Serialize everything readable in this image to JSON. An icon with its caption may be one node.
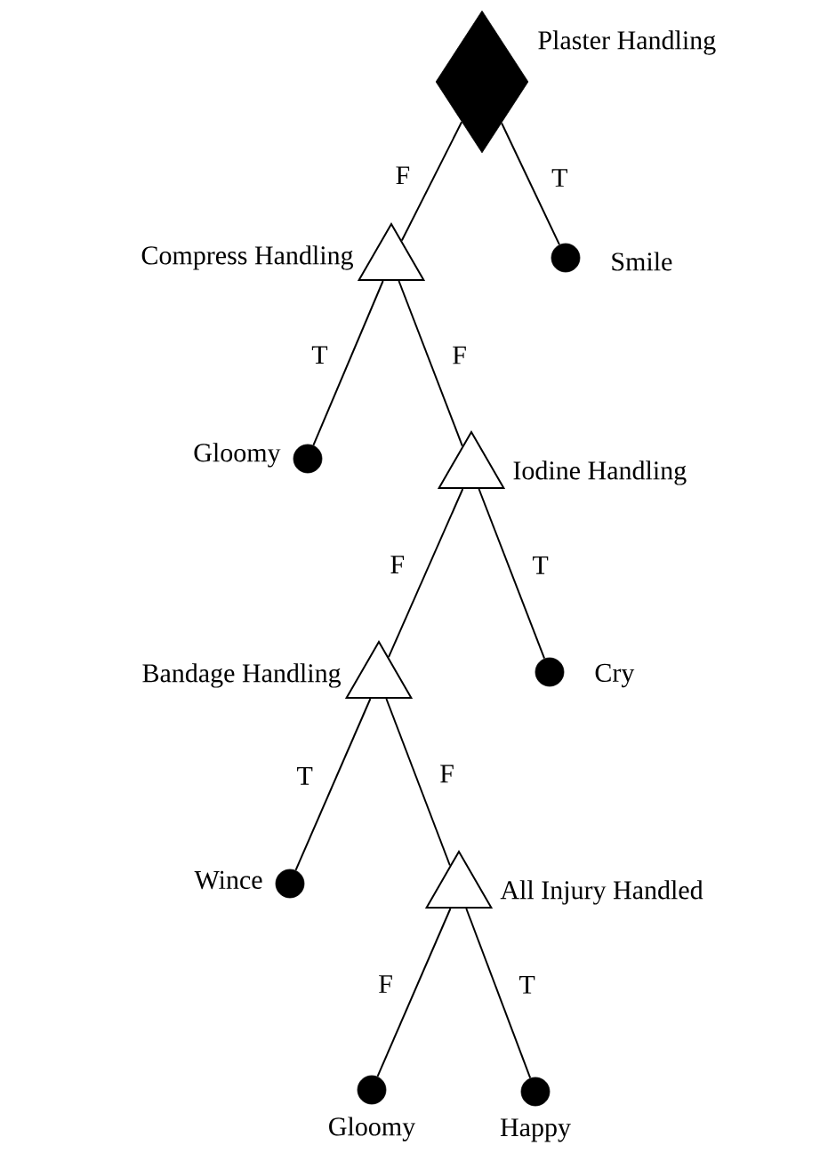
{
  "diagram": {
    "nodes": [
      {
        "text": [
          "Plaster Handling"
        ]
      },
      {
        "text": [
          "Compress Handling"
        ]
      },
      {
        "text": [
          "Smile"
        ]
      },
      {
        "text": [
          "Gloomy"
        ]
      },
      {
        "text": [
          "Iodine Handling"
        ]
      },
      {
        "text": [
          "Bandage Handling"
        ]
      },
      {
        "text": [
          "Cry"
        ]
      },
      {
        "text": [
          "Wince"
        ]
      },
      {
        "text": [
          "All Injury Handled"
        ]
      },
      {
        "text": [
          "Gloomy"
        ]
      },
      {
        "text": [
          "Happy"
        ]
      }
    ],
    "edges": [
      {
        "from": 0,
        "to": 1,
        "arrow": "none",
        "label": "F"
      },
      {
        "from": 0,
        "to": 2,
        "arrow": "none",
        "label": "T"
      },
      {
        "from": 1,
        "to": 3,
        "arrow": "none",
        "label": "T"
      },
      {
        "from": 1,
        "to": 4,
        "arrow": "none",
        "label": "F"
      },
      {
        "from": 4,
        "to": 5,
        "arrow": "none",
        "label": "F"
      },
      {
        "from": 4,
        "to": 6,
        "arrow": "none",
        "label": "T"
      },
      {
        "from": 5,
        "to": 7,
        "arrow": "none",
        "label": "T"
      },
      {
        "from": 5,
        "to": 8,
        "arrow": "none",
        "label": "F"
      },
      {
        "from": 8,
        "to": 9,
        "arrow": "none",
        "label": "F"
      },
      {
        "from": 8,
        "to": 10,
        "arrow": "none",
        "label": "T"
      }
    ]
  }
}
